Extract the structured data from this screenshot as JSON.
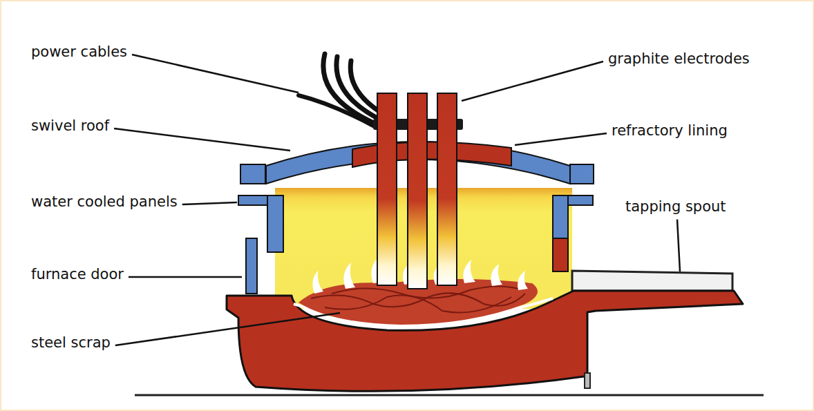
{
  "diagram": {
    "labels": [
      "power cables",
      "graphite electrodes",
      "swivel roof",
      "refractory lining",
      "water cooled panels",
      "tapping spout",
      "furnace door",
      "steel scrap"
    ]
  }
}
